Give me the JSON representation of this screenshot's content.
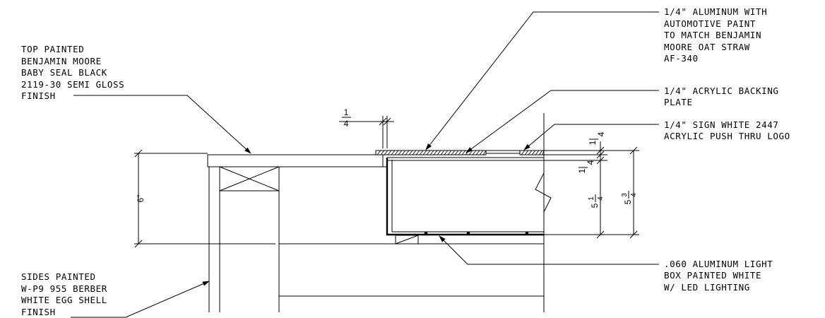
{
  "notes": {
    "top": [
      "TOP PAINTED",
      "BENJAMIN MOORE",
      "BABY SEAL BLACK",
      "2119-30 SEMI GLOSS",
      "FINISH"
    ],
    "sides": [
      "SIDES PAINTED",
      "W-P9 955 BERBER",
      "WHITE EGG SHELL",
      "FINISH"
    ],
    "aluminum_paint": [
      "1/4\" ALUMINUM WITH",
      "AUTOMOTIVE PAINT",
      "TO MATCH BENJAMIN",
      "MOORE OAT STRAW",
      "AF-340"
    ],
    "acrylic_backing": [
      "1/4\" ACRYLIC BACKING",
      "PLATE"
    ],
    "push_thru_logo": [
      "1/4\" SIGN WHITE 2447",
      "ACRYLIC PUSH THRU LOGO"
    ],
    "light_box": [
      ".060 ALUMINUM LIGHT",
      "BOX PAINTED WHITE",
      "W/ LED LIGHTING"
    ]
  },
  "dimensions": {
    "height_total": "6\"",
    "gap_quarter_numerator": "1",
    "gap_quarter_denominator": "4",
    "box_quarter_top_num": "1",
    "box_quarter_top_den": "4",
    "box_quarter_mid_num": "1",
    "box_quarter_mid_den": "4",
    "box_height_whole": "5",
    "box_height_num": "1",
    "box_height_den": "4",
    "overall_whole": "5",
    "overall_num": "3",
    "overall_den": "4"
  }
}
